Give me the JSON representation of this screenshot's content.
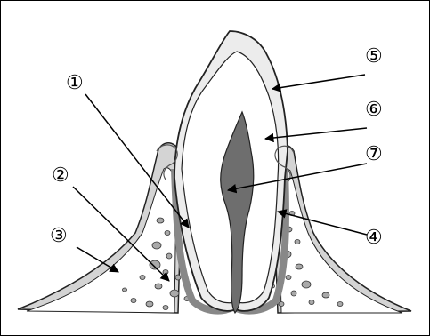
{
  "labels": [
    {
      "id": "1",
      "text": "①"
    },
    {
      "id": "2",
      "text": "②"
    },
    {
      "id": "3",
      "text": "③"
    },
    {
      "id": "4",
      "text": "④"
    },
    {
      "id": "5",
      "text": "⑤"
    },
    {
      "id": "6",
      "text": "⑥"
    },
    {
      "id": "7",
      "text": "⑦"
    }
  ],
  "colors": {
    "enamel": "#ececec",
    "dentin": "#ffffff",
    "pulp": "#6e6e6e",
    "gum": "#d4d4d4",
    "bone": "#ffffff",
    "outline": "#222222",
    "bone_dots": "#a9a9a9"
  }
}
